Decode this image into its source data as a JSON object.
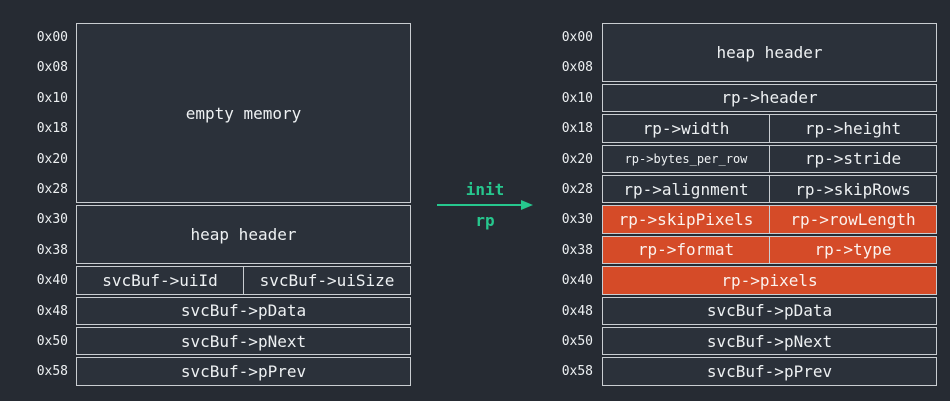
{
  "colors": {
    "background": "#262b33",
    "cell_background": "#2b313a",
    "cell_border": "#c9cdd1",
    "highlight": "#d54b28",
    "accent": "#26c78e",
    "text": "#edf0f2"
  },
  "arrow": {
    "label_top": "init",
    "label_bottom": "rp"
  },
  "left": {
    "addresses": [
      "0x00",
      "0x08",
      "0x10",
      "0x18",
      "0x20",
      "0x28",
      "0x30",
      "0x38",
      "0x40",
      "0x48",
      "0x50",
      "0x58"
    ],
    "cells": {
      "empty_memory": "empty memory",
      "heap_header": "heap header",
      "uiId": "svcBuf->uiId",
      "uiSize": "svcBuf->uiSize",
      "pData": "svcBuf->pData",
      "pNext": "svcBuf->pNext",
      "pPrev": "svcBuf->pPrev"
    }
  },
  "right": {
    "addresses": [
      "0x00",
      "0x08",
      "0x10",
      "0x18",
      "0x20",
      "0x28",
      "0x30",
      "0x38",
      "0x40",
      "0x48",
      "0x50",
      "0x58"
    ],
    "cells": {
      "heap_header": "heap header",
      "header": "rp->header",
      "width": "rp->width",
      "height": "rp->height",
      "bytes_per_row": "rp->bytes_per_row",
      "stride": "rp->stride",
      "alignment": "rp->alignment",
      "skipRows": "rp->skipRows",
      "skipPixels": "rp->skipPixels",
      "rowLength": "rp->rowLength",
      "format": "rp->format",
      "type": "rp->type",
      "pixels": "rp->pixels",
      "pData": "svcBuf->pData",
      "pNext": "svcBuf->pNext",
      "pPrev": "svcBuf->pPrev"
    }
  }
}
